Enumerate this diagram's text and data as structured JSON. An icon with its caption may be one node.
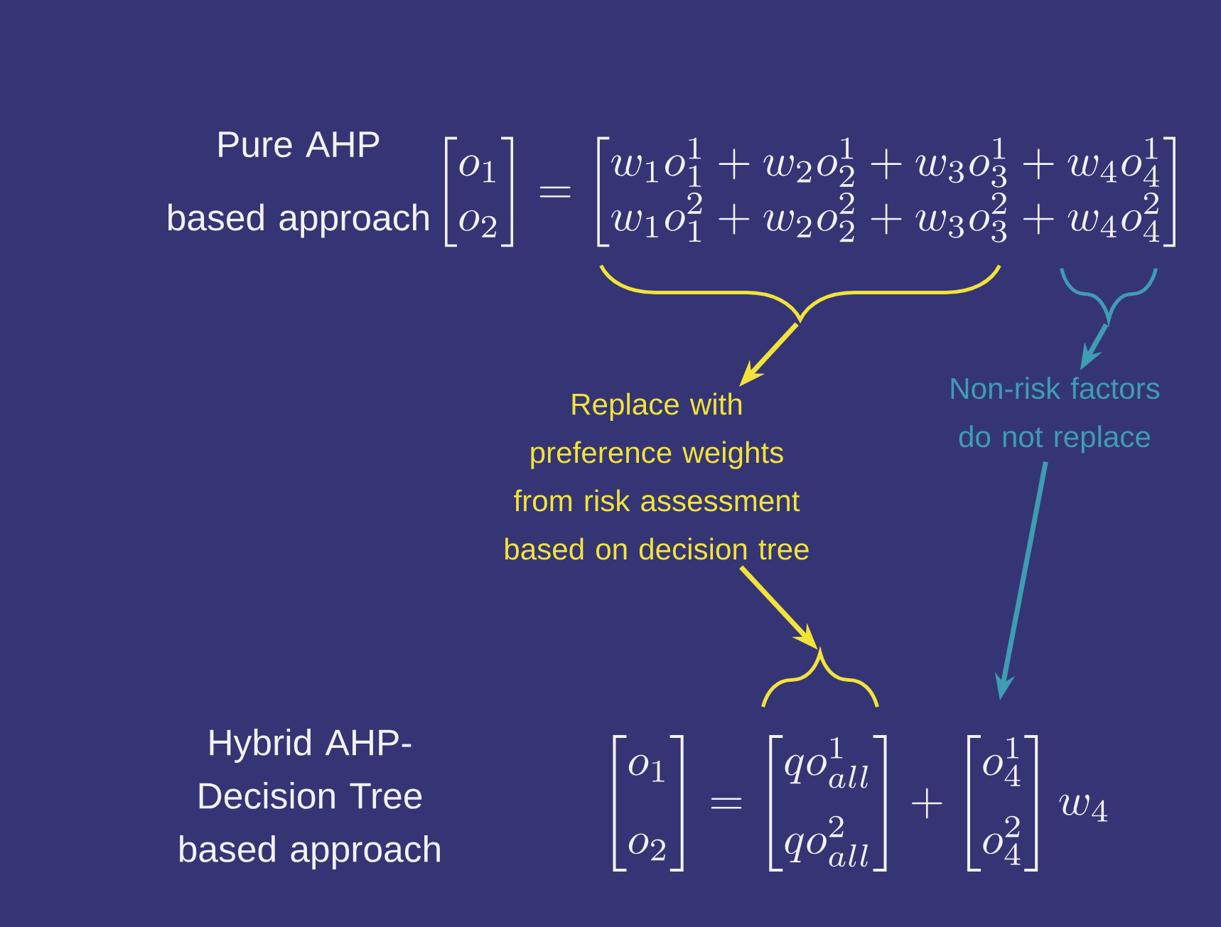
{
  "diagram": {
    "nodes": [
      {
        "text": [],
        "shape": "brace"
      },
      {
        "text": [],
        "shape": "brace"
      },
      {
        "text": [
          "Replace with preference weights from risk assessment based on decision tree"
        ]
      },
      {
        "text": [
          "Non-risk factors do not replace"
        ]
      },
      {
        "text": [],
        "shape": "brace"
      }
    ],
    "edges": [
      {
        "from": 0,
        "to": 2,
        "arrow": "to",
        "color": "#f2e33a"
      },
      {
        "from": 1,
        "to": 3,
        "arrow": "to",
        "color": "#3f9cb5"
      },
      {
        "from": 2,
        "to": 4,
        "arrow": "to",
        "color": "#f2e33a"
      },
      {
        "from": 3,
        "to": null,
        "arrow": "to",
        "color": "#3f9cb5"
      }
    ],
    "labels": [
      "Pure AHP based approach",
      "\\begin{bmatrix} o_1 \\\\ o_2 \\end{bmatrix} = \\begin{bmatrix} w_1 o_1^1 + w_2 o_2^1 + w_3 o_3^1 + w_4 o_4^1 \\\\ w_1 o_1^2 + w_2 o_2^2 + w_3 o_3^2 + w_4 o_4^2 \\end{bmatrix}",
      "Hybrid AHP-Decision Tree based approach",
      "\\begin{bmatrix} o_1 \\\\[1ex] o_2 \\end{bmatrix} = \\begin{bmatrix} q o_{all}^1 \\\\[1ex] q o_{all}^2 \\end{bmatrix} + \\begin{bmatrix} o_4^1 \\\\[1ex] o_4^2 \\end{bmatrix} w_4"
    ]
  }
}
